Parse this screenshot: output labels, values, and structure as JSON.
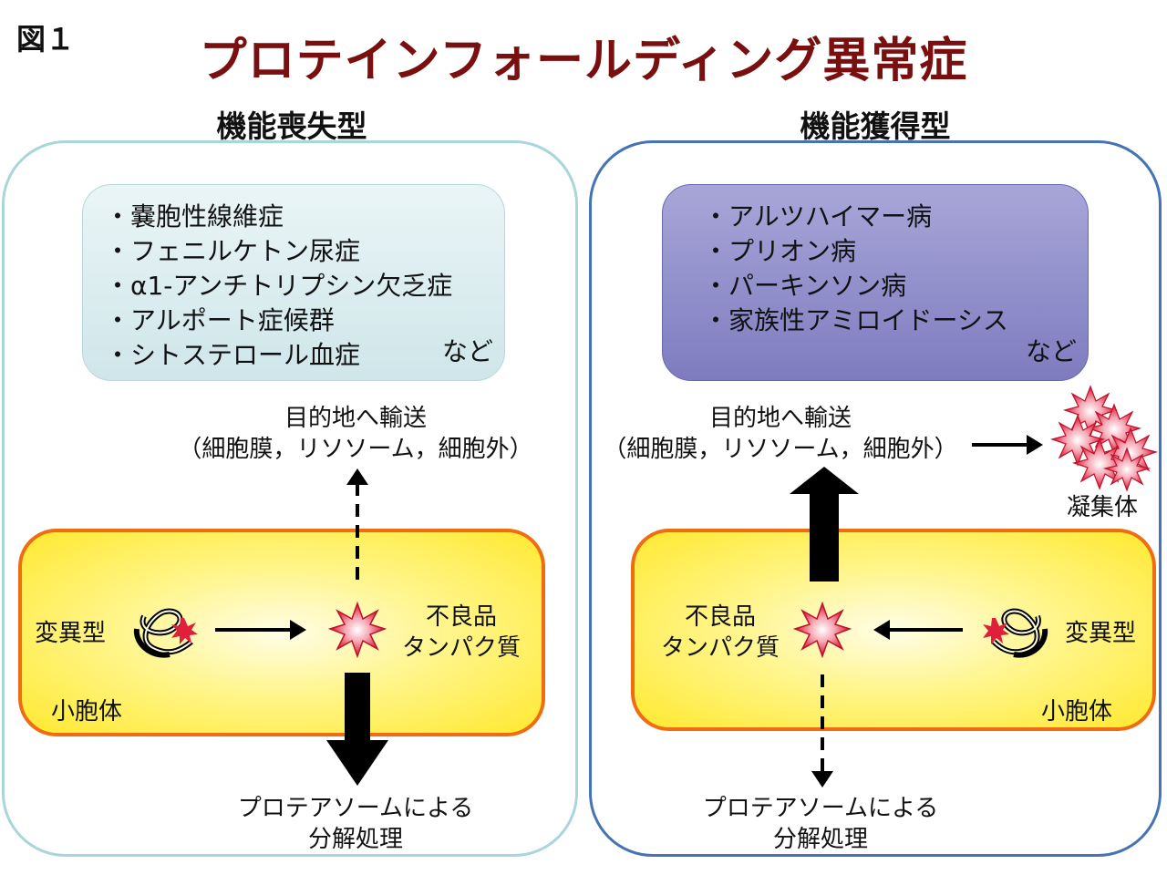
{
  "figure_label": "図１",
  "title": "プロテインフォールディング異常症",
  "left": {
    "heading": "機能喪失型",
    "diseases": [
      "・嚢胞性線維症",
      "・フェニルケトン尿症",
      "・α1-アンチトリプシン欠乏症",
      "・アルポート症候群",
      "・シトステロール血症"
    ],
    "etc": "など",
    "transport_line1": "目的地へ輸送",
    "transport_line2": "（細胞膜，リソソーム，細胞外）",
    "mutant": "変異型",
    "defective_line1": "不良品",
    "defective_line2": "タンパク質",
    "organelle": "小胞体",
    "degradation_line1": "プロテアソームによる",
    "degradation_line2": "分解処理",
    "colors": {
      "border": "#a9d6da",
      "box": "#d9edf0"
    }
  },
  "right": {
    "heading": "機能獲得型",
    "diseases": [
      "・アルツハイマー病",
      "・プリオン病",
      "・パーキンソン病",
      "・家族性アミロイドーシス"
    ],
    "etc": "など",
    "transport_line1": "目的地へ輸送",
    "transport_line2": "（細胞膜，リソソーム，細胞外）",
    "aggregate": "凝集体",
    "mutant": "変異型",
    "defective_line1": "不良品",
    "defective_line2": "タンパク質",
    "organelle": "小胞体",
    "degradation_line1": "プロテアソームによる",
    "degradation_line2": "分解処理",
    "colors": {
      "border": "#4574b6",
      "box": "#8f8dcb"
    }
  },
  "colors": {
    "title": "#7a0f10",
    "cell_border": "#ef6c12",
    "cell_fill": "#fff176",
    "starburst": "#e0203a"
  }
}
